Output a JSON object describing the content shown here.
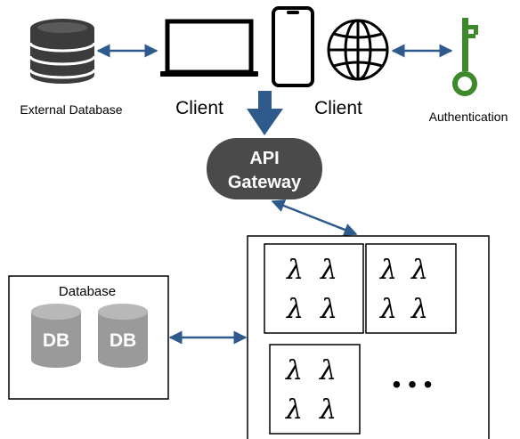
{
  "labels": {
    "external_database": "External Database",
    "client_left": "Client",
    "client_right": "Client",
    "authentication": "Authentication",
    "gateway_line1": "API",
    "gateway_line2": "Gateway",
    "database_title": "Database",
    "db1": "DB",
    "db2": "DB"
  },
  "lambda_symbol": "λ",
  "ellipsis": "• • •",
  "icons": [
    "database-stack-icon",
    "laptop-icon",
    "smartphone-icon",
    "globe-icon",
    "key-icon"
  ],
  "colors": {
    "arrow": "#2f5a8c",
    "gateway_fill": "#4a4a4a",
    "database_icon": "#3c3c3c",
    "db_cylinder": "#9a9a9a",
    "key": "#3d8a2a"
  }
}
